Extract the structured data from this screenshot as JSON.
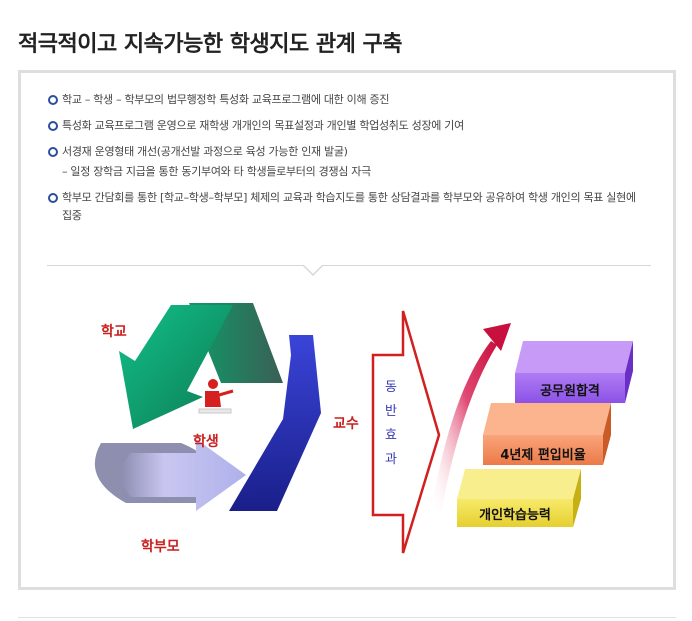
{
  "page": {
    "title": "적극적이고 지속가능한 학생지도 관계 구축"
  },
  "bullets": [
    {
      "text": "학교 – 학생 – 학부모의 법무행정학 특성화 교육프로그램에 대한 이해 증진"
    },
    {
      "text": "특성화 교육프로그램 운영으로 재학생 개개인의 목표설정과 개인별 학업성취도 성장에 기여"
    },
    {
      "text": "서경재 운영형태 개선(공개선발 과정으로 육성 가능한 인재 발굴)"
    },
    {
      "text": "– 일정 장학금 지급을 통한 동기부여와 타 학생들로부터의 경쟁심 자극",
      "sub": true
    },
    {
      "text": "학부모 간담회를 통한 [학교–학생–학부모] 체제의 교육과 학습지도를 통한 상담결과를 학부모와 공유하여 학생 개인의 목표 실현에 집중"
    }
  ],
  "cycle": {
    "school": "학교",
    "student": "학생",
    "parents": "학부모",
    "professor": "교수"
  },
  "synergy_arrow": {
    "chars": [
      "동",
      "반",
      "효",
      "과"
    ]
  },
  "outcomes": [
    {
      "label": "개인학습능력",
      "color": "#f0e050"
    },
    {
      "label": "4년제 편입비율",
      "color": "#f08a5a"
    },
    {
      "label": "공무원합격",
      "color": "#a26cf0"
    }
  ],
  "colors": {
    "green": "#1fa66d",
    "blue": "#2a2fb0",
    "lavender": "#b9b6ea",
    "red": "#d6201f",
    "label_red": "#c8201e",
    "arrow_blue": "#3a3ab8"
  }
}
